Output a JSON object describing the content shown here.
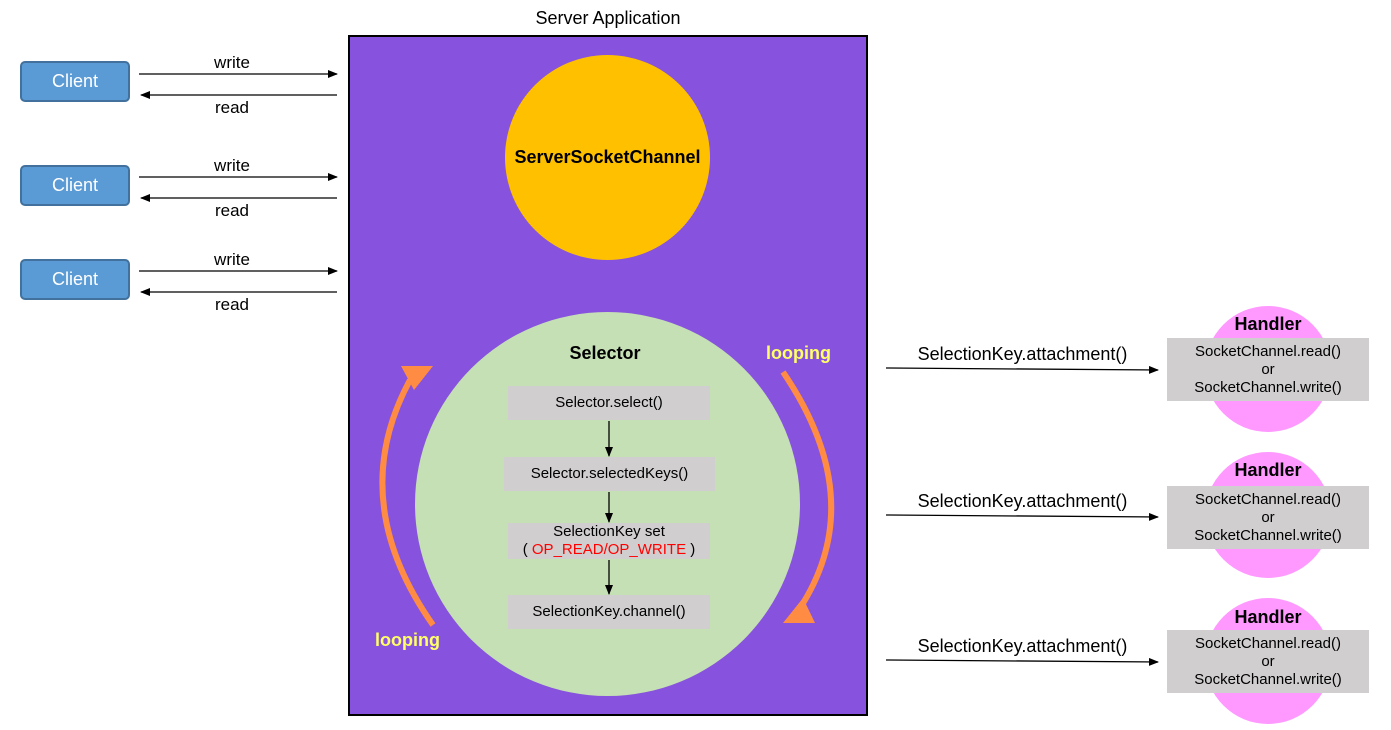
{
  "server": {
    "title": "Server Application",
    "channel_label": "ServerSocketChannel"
  },
  "clients": [
    {
      "label": "Client",
      "write": "write",
      "read": "read"
    },
    {
      "label": "Client",
      "write": "write",
      "read": "read"
    },
    {
      "label": "Client",
      "write": "write",
      "read": "read"
    }
  ],
  "selector": {
    "title": "Selector",
    "steps": {
      "select": "Selector.select()",
      "selected_keys": "Selector.selectedKeys()",
      "key_set_line1": "SelectionKey set",
      "key_set_open": "( ",
      "key_set_ops": "OP_READ/OP_WRITE",
      "key_set_close": " )",
      "channel": "SelectionKey.channel()"
    },
    "looping_label": "looping"
  },
  "handlers": [
    {
      "attachment": "SelectionKey.attachment()",
      "title": "Handler",
      "line1": "SocketChannel.read()",
      "line2": "or",
      "line3": "SocketChannel.write()"
    },
    {
      "attachment": "SelectionKey.attachment()",
      "title": "Handler",
      "line1": "SocketChannel.read()",
      "line2": "or",
      "line3": "SocketChannel.write()"
    },
    {
      "attachment": "SelectionKey.attachment()",
      "title": "Handler",
      "line1": "SocketChannel.read()",
      "line2": "or",
      "line3": "SocketChannel.write()"
    }
  ],
  "colors": {
    "client_fill": "#5b9bd5",
    "server_fill": "#8752dd",
    "channel_fill": "#ffc000",
    "selector_fill": "#c5e0b4",
    "looping_arrow": "#ff8c42",
    "looping_text": "#ffff66",
    "handler_fill": "#ff99ff",
    "step_fill": "#d0cece",
    "ops_text": "#ff0000"
  }
}
